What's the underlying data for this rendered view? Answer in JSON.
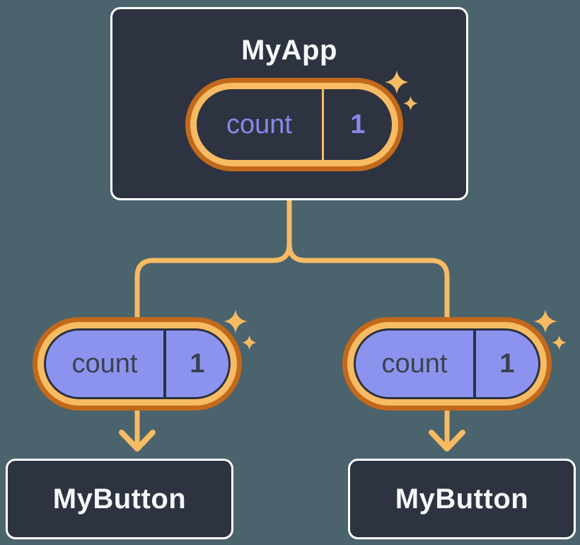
{
  "diagram_title": "component tree with state",
  "root": {
    "label": "MyApp",
    "state": {
      "key": "count",
      "value": "1"
    }
  },
  "children": [
    {
      "label": "MyButton",
      "state": {
        "key": "count",
        "value": "1"
      }
    },
    {
      "label": "MyButton",
      "state": {
        "key": "count",
        "value": "1"
      }
    }
  ],
  "colors": {
    "background": "#4B636C",
    "node_background": "#2D3340",
    "node_border": "#FFFFFF",
    "node_text": "#F6F7F9",
    "connector": "#F7BB63",
    "ring_outer": "#C2691B",
    "ring_inner": "#F7BB63",
    "state_fill_purple": "#8C93EE",
    "state_text_purple": "#8689E7",
    "state_text_dark": "#3A414E",
    "sparkle": "#F7BB63"
  }
}
